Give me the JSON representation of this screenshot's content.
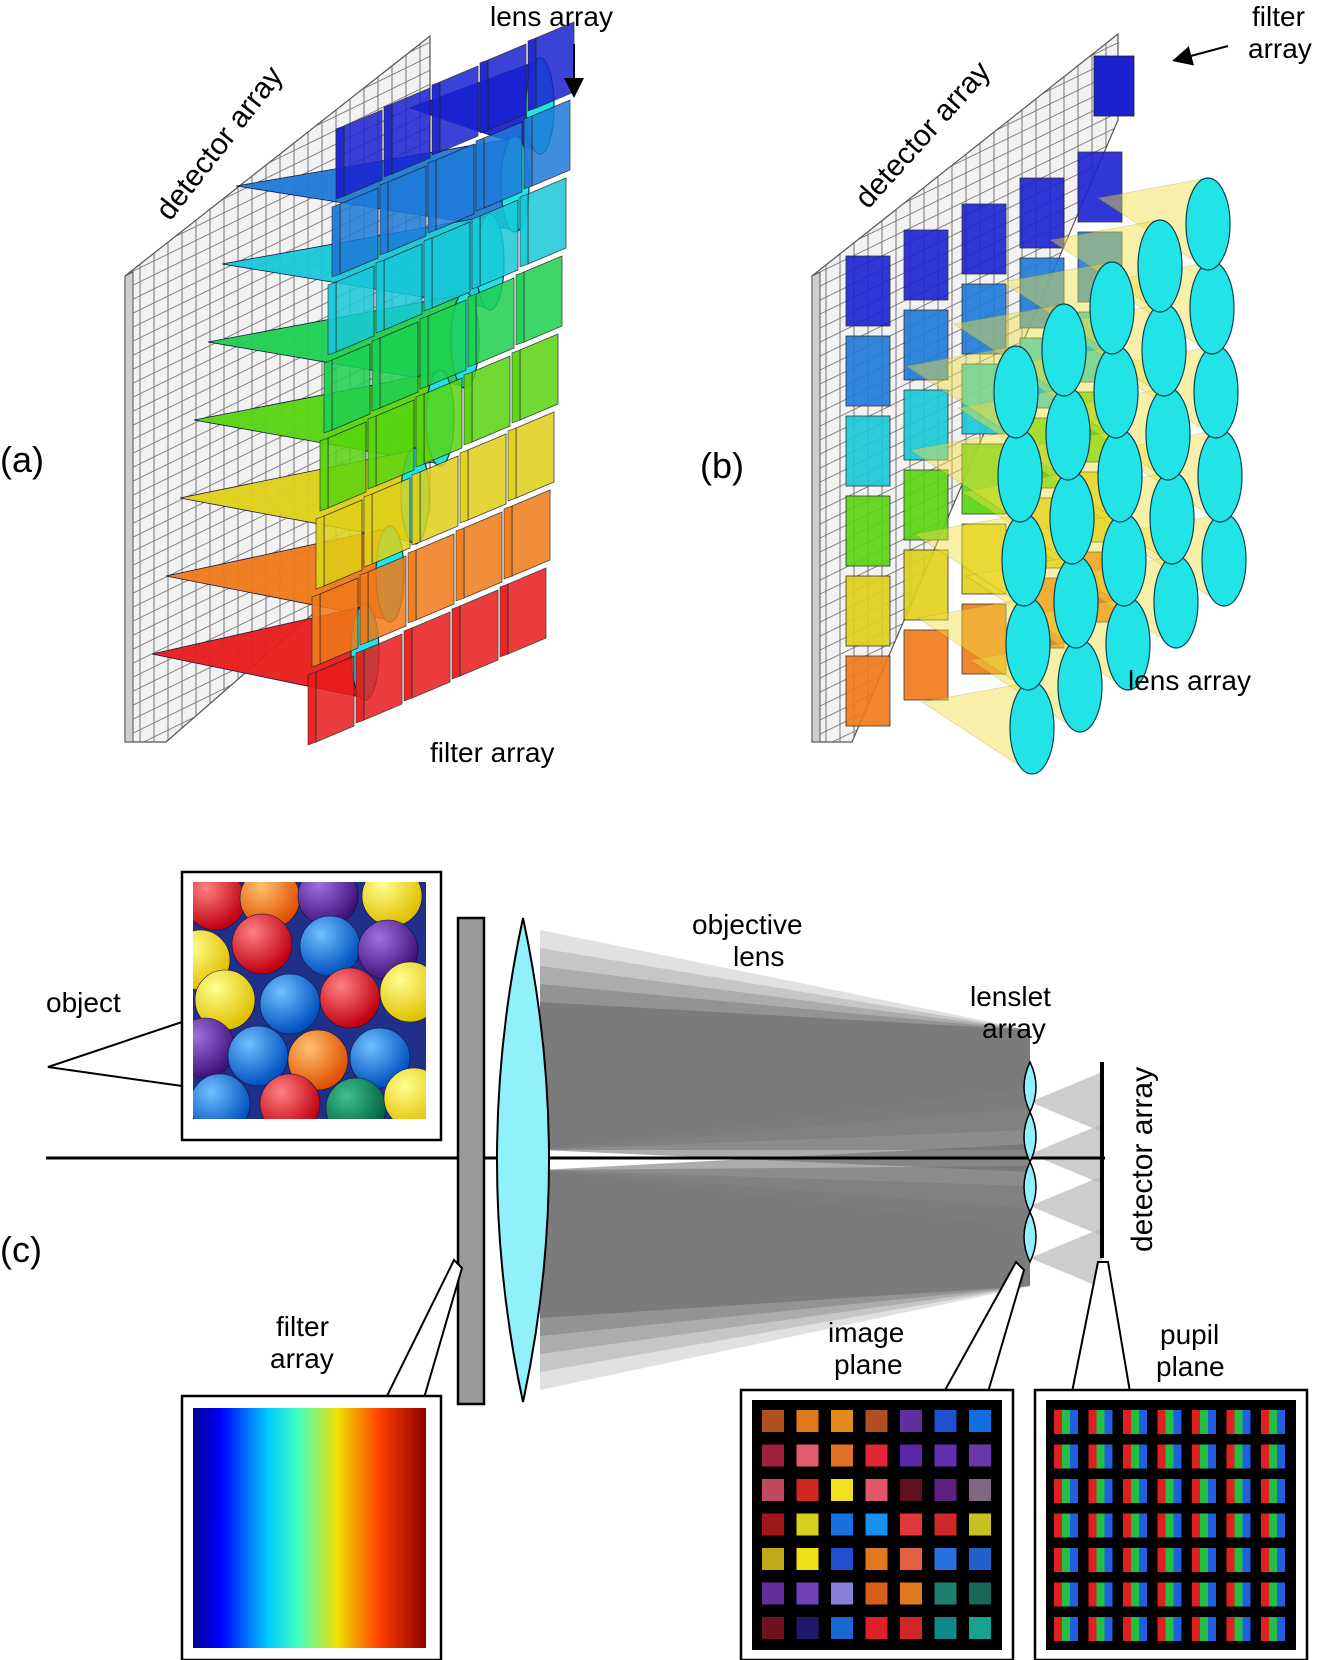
{
  "panel_a": {
    "tag": "(a)",
    "detector_label": "detector array",
    "lens_label": "lens array",
    "filter_label": "filter array"
  },
  "panel_b": {
    "tag": "(b)",
    "detector_label": "detector array",
    "filter_label_line1": "filter",
    "filter_label_line2": "array",
    "lens_label": "lens array"
  },
  "panel_c": {
    "tag": "(c)",
    "object_label": "object",
    "objective_line1": "objective",
    "objective_line2": "lens",
    "lenslet_line1": "lenslet",
    "lenslet_line2": "array",
    "detector_label": "detector array",
    "filter_line1": "filter",
    "filter_line2": "array",
    "image_line1": "image",
    "image_line2": "plane",
    "pupil_line1": "pupil",
    "pupil_line2": "plane"
  },
  "colors": {
    "lens_cyan": "#22e4e6",
    "filter_rows": [
      "#1a22d0",
      "#1e7ad8",
      "#18c8d8",
      "#1ed050",
      "#58d410",
      "#e0d018",
      "#f07a18",
      "#e81c1c"
    ],
    "image_plane_cells": [
      [
        "#b0501e",
        "#e07820",
        "#e28a1c",
        "#b05020",
        "#6030a0",
        "#2050d0",
        "#1070e0"
      ],
      [
        "#a02040",
        "#e05a70",
        "#e07028",
        "#e02838",
        "#5828a8",
        "#6030b0",
        "#6838a8"
      ],
      [
        "#c04860",
        "#d02820",
        "#f0e020",
        "#e05868",
        "#601020",
        "#602080",
        "#806880"
      ],
      [
        "#a01818",
        "#d8d020",
        "#1870e0",
        "#1890f0",
        "#e03838",
        "#d02828",
        "#c8c020"
      ],
      [
        "#c0a818",
        "#f0e018",
        "#2050d0",
        "#e07820",
        "#e06040",
        "#2870e0",
        "#2060c8"
      ],
      [
        "#603098",
        "#7040b8",
        "#8880d8",
        "#d86018",
        "#e07820",
        "#208070",
        "#186858"
      ],
      [
        "#701020",
        "#201868",
        "#1868d0",
        "#e02028",
        "#d02828",
        "#108888",
        "#18a090"
      ]
    ]
  }
}
